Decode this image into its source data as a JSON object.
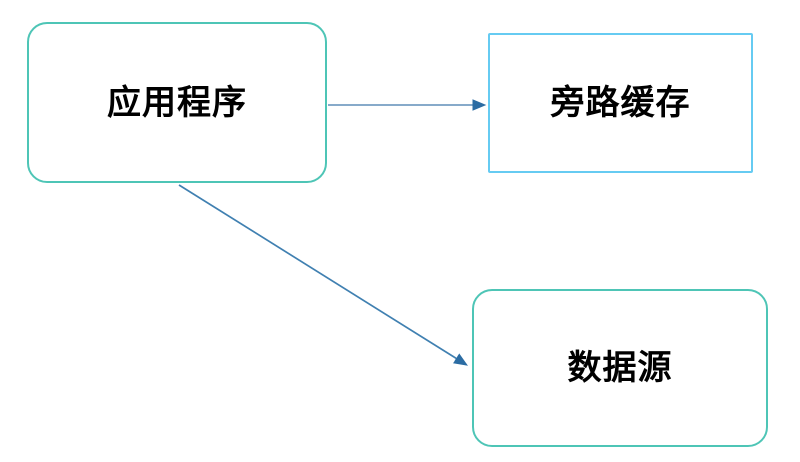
{
  "diagram": {
    "description": "Cache-aside pattern flow diagram with three nodes",
    "background_color": "#ffffff",
    "text_color": "#000000",
    "nodes": [
      {
        "id": "application",
        "label": "应用程序",
        "shape": "rounded-rectangle",
        "border_color": "#4EC5B6"
      },
      {
        "id": "cache",
        "label": "旁路缓存",
        "shape": "rectangle",
        "border_color": "#66CBF2"
      },
      {
        "id": "datasource",
        "label": "数据源",
        "shape": "rounded-rectangle",
        "border_color": "#4EC5B6"
      }
    ],
    "edges": [
      {
        "from": "application",
        "to": "cache",
        "direction": "horizontal-right",
        "line_color": "#87AACA",
        "arrowhead_color": "#2B6CA3"
      },
      {
        "from": "application",
        "to": "datasource",
        "direction": "diagonal-down-right",
        "line_color": "#4080B1",
        "arrowhead_color": "#2B6CA3"
      }
    ],
    "colors": {
      "teal_border": "#4EC5B6",
      "sky_border": "#66CBF2",
      "arrowhead": "#2B6CA3"
    }
  }
}
